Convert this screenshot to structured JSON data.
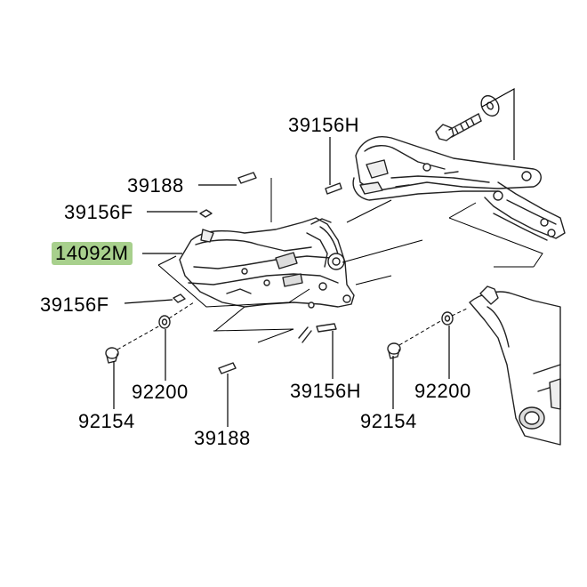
{
  "labels": {
    "p39156H_top": "39156H",
    "p39188_top": "39188",
    "p39156F_top": "39156F",
    "p14092M": "14092M",
    "p39156F_bottom": "39156F",
    "p92200_left": "92200",
    "p92154_left": "92154",
    "p39188_bottom": "39188",
    "p39156H_bottom": "39156H",
    "p92154_right": "92154",
    "p92200_right": "92200"
  },
  "colors": {
    "highlight": "#a8d08d",
    "line": "#000000",
    "part_stroke": "#222222",
    "part_fill": "#ffffff",
    "shade": "#cfcfcf"
  }
}
